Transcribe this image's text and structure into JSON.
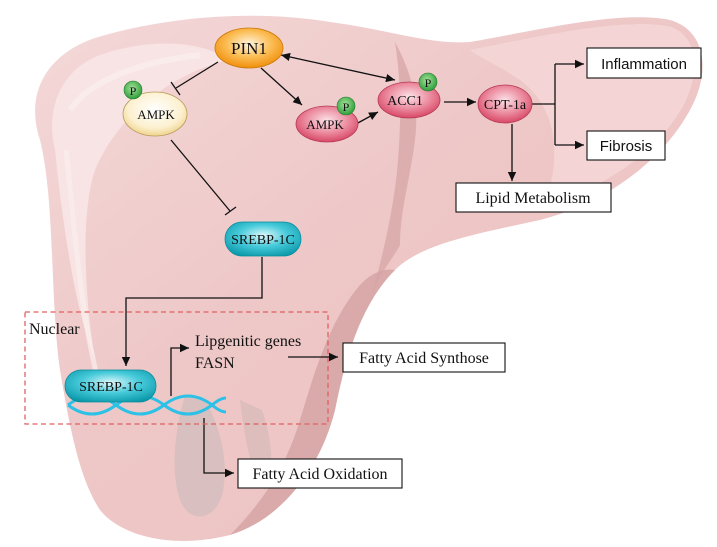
{
  "nodes": {
    "pin1": "PIN1",
    "ampk_left": "AMPK",
    "ampk_center": "AMPK",
    "acc1": "ACC1",
    "cpt1a": "CPT-1a",
    "srebp_top": "SREBP-1C",
    "srebp_nuclear": "SREBP-1C",
    "phospho": "P"
  },
  "labels": {
    "nuclear": "Nuclear",
    "lipgenic_line1": "Lipgenitic genes",
    "lipgenic_line2": "FASN"
  },
  "outcomes": {
    "inflammation": "Inflammation",
    "fibrosis": "Fibrosis",
    "lipid_metabolism": "Lipid Metabolism",
    "fatty_acid_synthose": "Fatty Acid Synthose",
    "fatty_acid_oxidation": "Fatty Acid Oxidation"
  },
  "colors": {
    "liver_fill": "#f2d1d1",
    "liver_light": "#f8e4e4",
    "liver_dark": "#d7a8a8",
    "pin1": "#f7a21b",
    "ampk_left": "#fbeec8",
    "pink_node": "#e2607a",
    "teal_node": "#12aebf",
    "phospho": "#45b649",
    "nuclear_border": "#e06060",
    "dna": "#2cc1e6"
  }
}
